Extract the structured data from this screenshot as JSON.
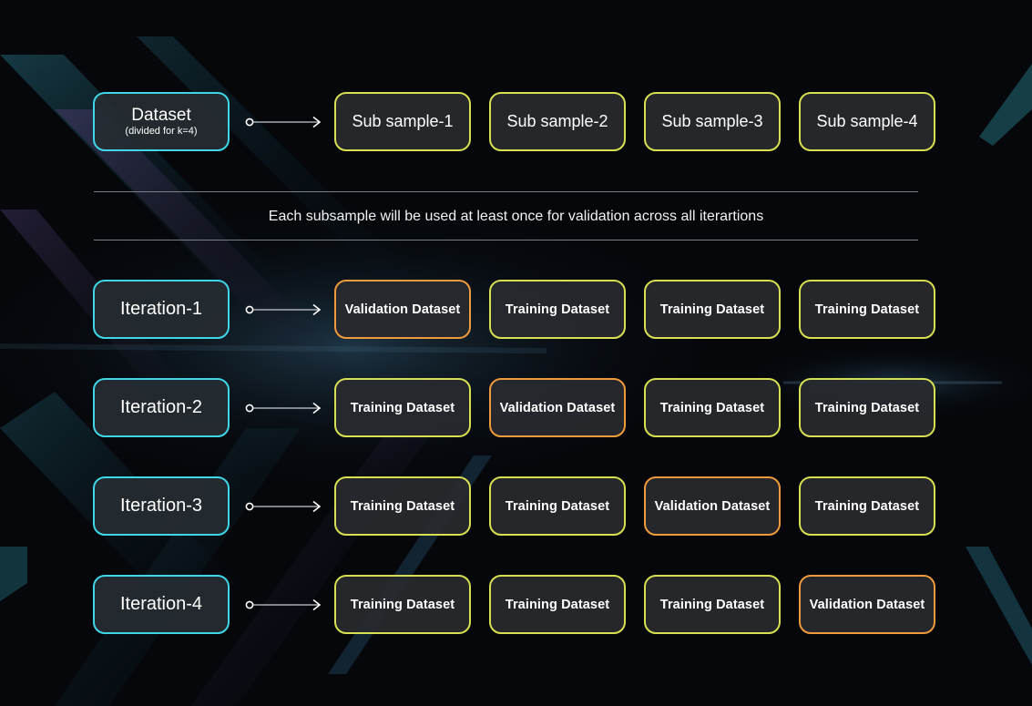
{
  "dataset": {
    "title": "Dataset",
    "subtitle": "(divided for k=4)"
  },
  "subsamples": [
    "Sub sample-1",
    "Sub sample-2",
    "Sub sample-3",
    "Sub sample-4"
  ],
  "caption": "Each subsample will be used at least once for validation across all iterartions",
  "iterations": [
    {
      "label": "Iteration-1",
      "cells": [
        "Validation Dataset",
        "Training Dataset",
        "Training Dataset",
        "Training Dataset"
      ]
    },
    {
      "label": "Iteration-2",
      "cells": [
        "Training Dataset",
        "Validation Dataset",
        "Training Dataset",
        "Training Dataset"
      ]
    },
    {
      "label": "Iteration-3",
      "cells": [
        "Training Dataset",
        "Training Dataset",
        "Validation Dataset",
        "Training Dataset"
      ]
    },
    {
      "label": "Iteration-4",
      "cells": [
        "Training Dataset",
        "Training Dataset",
        "Training Dataset",
        "Validation Dataset"
      ]
    }
  ],
  "colors": {
    "background": "#05070b",
    "dataset_border": "#3fd6e8",
    "training_border": "#d8e052",
    "validation_border": "#ef9a3c",
    "box_fill": "#282a2e",
    "text": "#ffffff"
  }
}
